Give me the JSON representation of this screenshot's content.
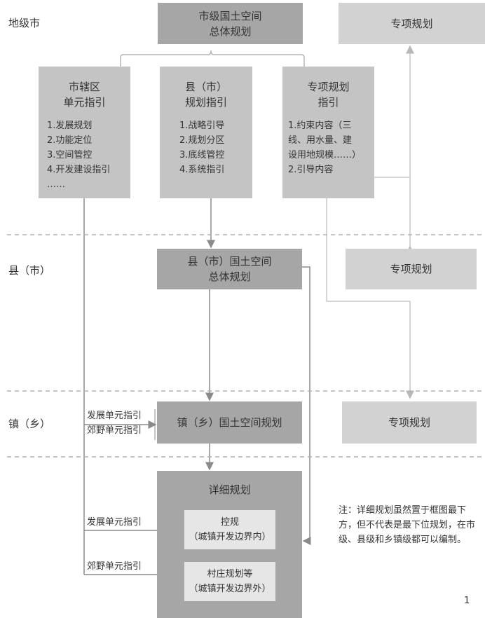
{
  "levels": {
    "city": "地级市",
    "county": "县（市）",
    "town": "镇（乡）"
  },
  "city": {
    "master": [
      "市级国土空间",
      "总体规划"
    ],
    "special": "专项规划",
    "guides": [
      {
        "title": [
          "市辖区",
          "单元指引"
        ],
        "items": [
          "1.发展规划",
          "2.功能定位",
          "3.空间管控",
          "4.开发建设指引",
          "……"
        ]
      },
      {
        "title": [
          "县（市）",
          "规划指引"
        ],
        "items": [
          "1.战略引导",
          "2.规划分区",
          "3.底线管控",
          "4.系统指引"
        ]
      },
      {
        "title": [
          "专项规划",
          "指引"
        ],
        "items": [
          "1.约束内容（三",
          "线、用水量、建",
          "设用地规模……）",
          "2.引导内容"
        ]
      }
    ]
  },
  "county": {
    "master": [
      "县（市）国土空间",
      "总体规划"
    ],
    "special": "专项规划"
  },
  "town": {
    "master": "镇（乡）国土空间规划",
    "special": "专项规划",
    "edge_labels": [
      "发展单元指引",
      "郊野单元指引"
    ]
  },
  "detail": {
    "title": "详细规划",
    "boxes": [
      {
        "lines": [
          "控规",
          "（城镇开发边界内）"
        ],
        "edge_label": "发展单元指引"
      },
      {
        "lines": [
          "村庄规划等",
          "（城镇开发边界外）"
        ],
        "edge_label": "郊野单元指引"
      }
    ]
  },
  "note": "注：详细规划虽然置于框图最下方，但不代表是最下位规划，在市级、县级和乡镇级都可以编制。",
  "page_number": "1"
}
